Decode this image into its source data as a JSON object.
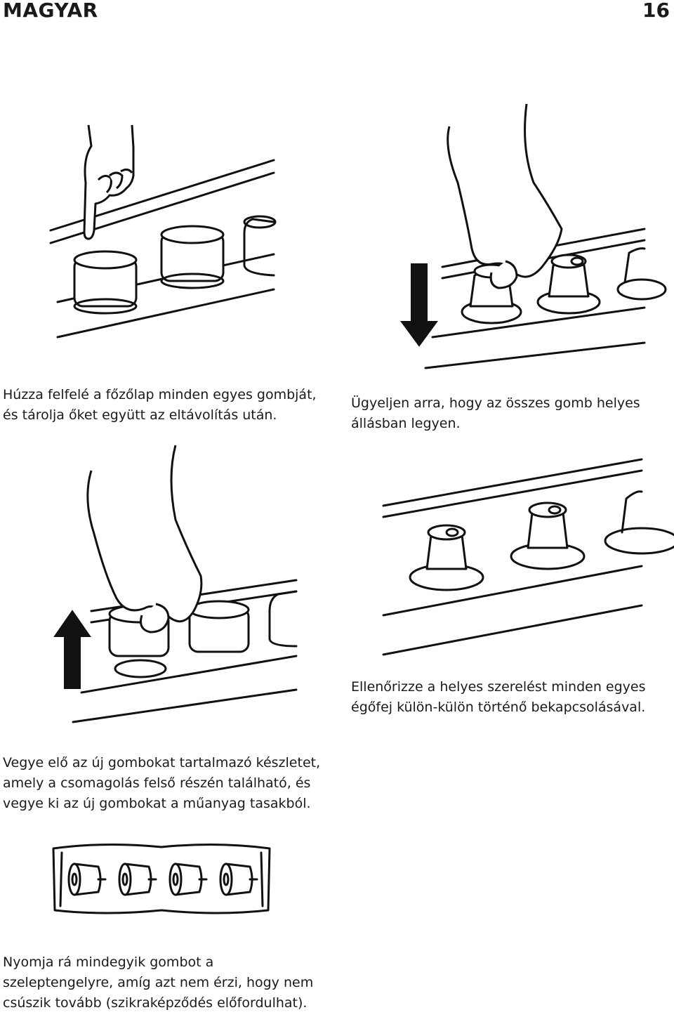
{
  "header": {
    "language": "MAGYAR",
    "page_number": "16"
  },
  "captions": {
    "step1": [
      "Húzza felfelé a főzőlap minden egyes gombját,",
      "és tárolja őket együtt az eltávolítás után."
    ],
    "step2": [
      "Ügyeljen arra, hogy az összes gomb helyes",
      "állásban legyen."
    ],
    "step3": [
      "Ellenőrizze a helyes szerelést minden egyes",
      "égőfej külön-külön történő bekapcsolásával."
    ],
    "step4": [
      "Vegye elő az új gombokat tartalmazó készletet,",
      "amely a csomagolás felső részén található, és",
      "vegye ki az új gombokat a műanyag tasakból."
    ],
    "step5": [
      "Nyomja rá mindegyik gombot a",
      "szeleptengelyre, amíg azt nem érzi, hogy nem",
      "csúszik tovább (szikraképződés előfordulhat)."
    ]
  },
  "icons": {
    "pointing-hand": "hand-pointing-icon",
    "arrow-down": "arrow-down-icon",
    "arrow-up": "arrow-up-icon"
  }
}
